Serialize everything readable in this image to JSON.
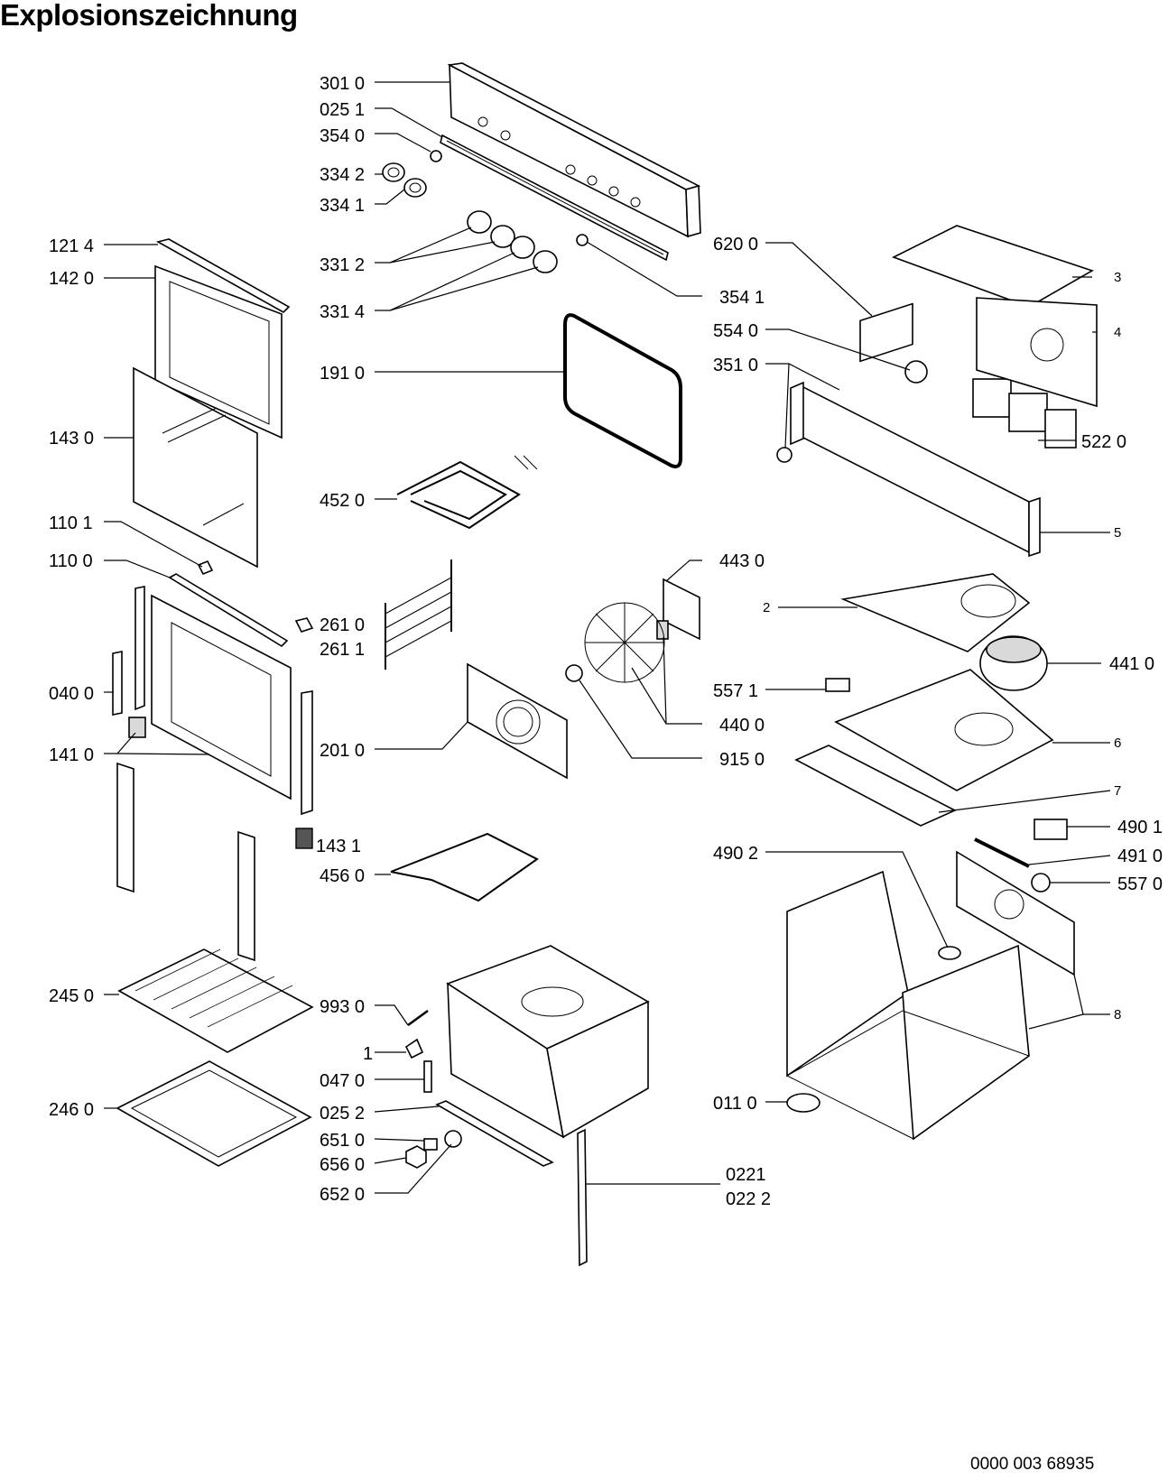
{
  "title": "Explosionszeichnung",
  "document_number": "0000 003 68935",
  "callouts": {
    "c3010": "301 0",
    "c0251": "025 1",
    "c3540": "354 0",
    "c3342": "334 2",
    "c3341": "334 1",
    "c1214": "121 4",
    "c1420": "142 0",
    "c3312": "331 2",
    "c3314": "331 4",
    "c3541": "354 1",
    "c6200": "620 0",
    "c3": "3",
    "c4": "4",
    "c5540": "554 0",
    "c3510": "351 0",
    "c1910": "191 0",
    "c1430": "143 0",
    "c5220": "522 0",
    "c4520": "452 0",
    "c1101": "110 1",
    "c5": "5",
    "c1100": "110 0",
    "c4430": "443 0",
    "c2": "2",
    "c2610": "261 0",
    "c2611": "261 1",
    "c4410": "441 0",
    "c0400": "040 0",
    "c5571": "557 1",
    "c4400": "440 0",
    "c1410": "141 0",
    "c2010": "201 0",
    "c9150": "915 0",
    "c6": "6",
    "c7": "7",
    "c1431": "143 1",
    "c4901": "490 1",
    "c4560": "456 0",
    "c4902": "490 2",
    "c4910": "491 0",
    "c5570": "557 0",
    "c2450": "245 0",
    "c9930": "993 0",
    "c8": "8",
    "c1": "1",
    "c0470": "047 0",
    "c2460": "246 0",
    "c0252": "025 2",
    "c0110": "011 0",
    "c6510": "651 0",
    "c6560": "656 0",
    "c6520": "652 0",
    "c0221": "0221",
    "c0222": "022 2"
  }
}
